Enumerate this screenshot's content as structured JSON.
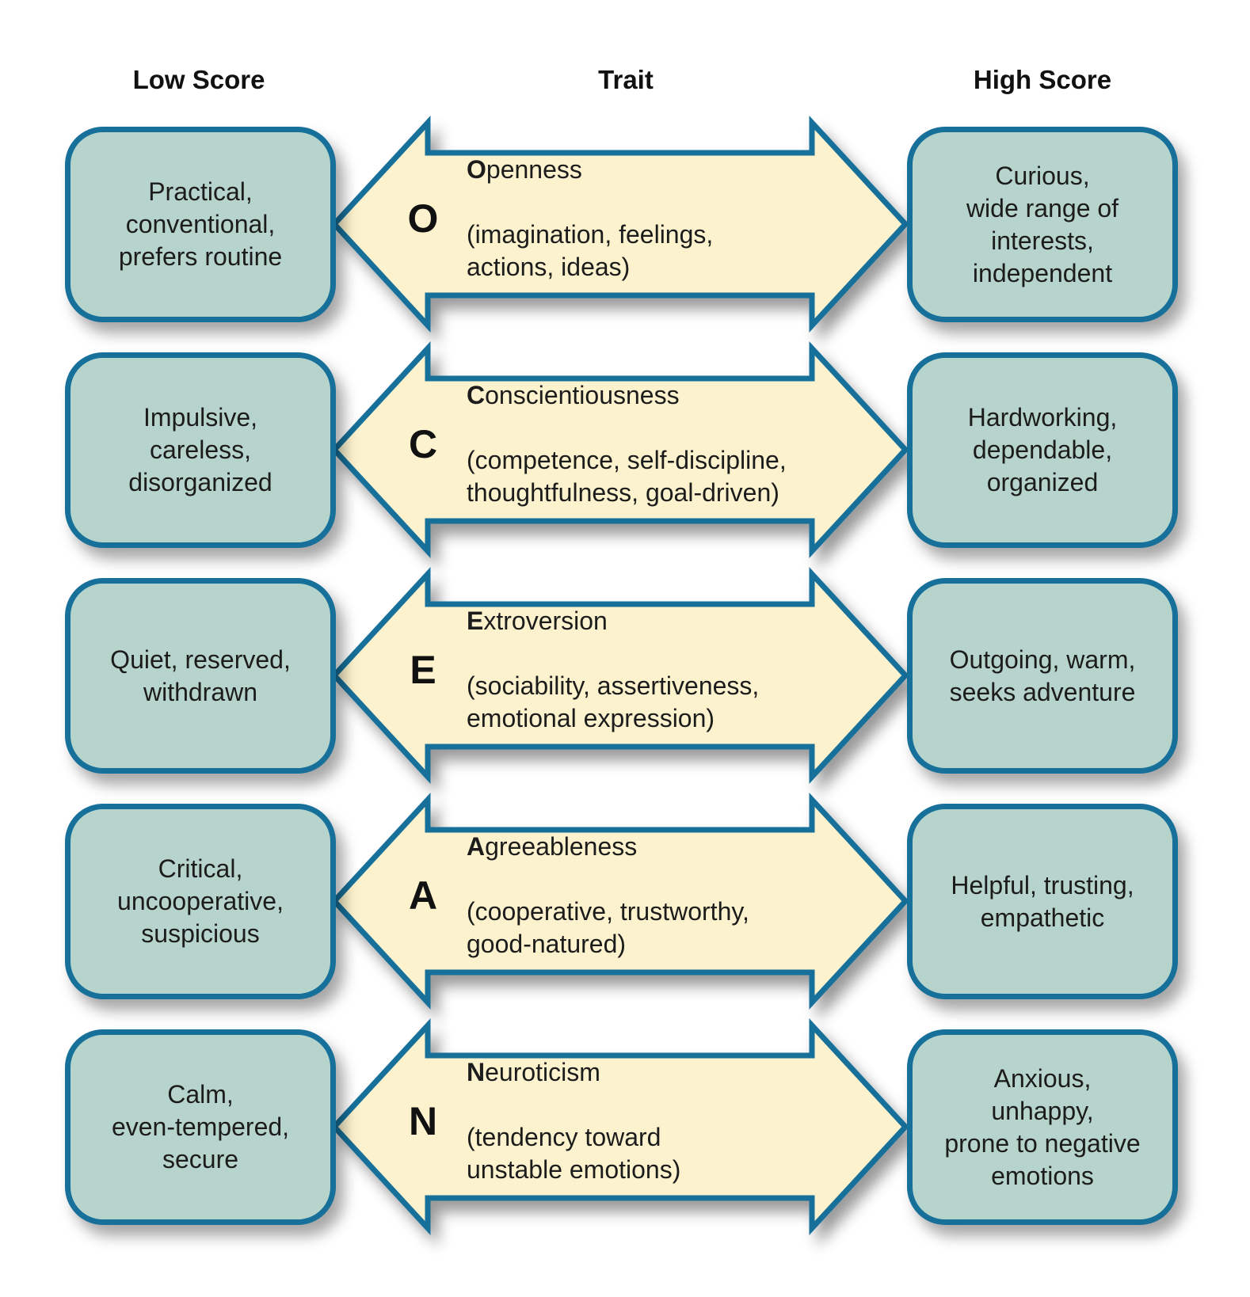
{
  "headers": {
    "low": "Low Score",
    "trait": "Trait",
    "high": "High Score"
  },
  "colors": {
    "box_fill": "#b7d4cc",
    "arrow_fill": "#fcf2cd",
    "outline": "#16709a"
  },
  "rows": [
    {
      "letter": "O",
      "name_initial": "O",
      "name_rest": "penness",
      "facets": "(imagination, feelings,\nactions, ideas)",
      "low": "Practical,\nconventional,\nprefers routine",
      "high": "Curious,\nwide range of\ninterests,\nindependent"
    },
    {
      "letter": "C",
      "name_initial": "C",
      "name_rest": "onscientiousness",
      "facets": "(competence, self-discipline,\nthoughtfulness, goal-driven)",
      "low": "Impulsive,\ncareless,\ndisorganized",
      "high": "Hardworking,\ndependable,\norganized"
    },
    {
      "letter": "E",
      "name_initial": "E",
      "name_rest": "xtroversion",
      "facets": "(sociability, assertiveness,\nemotional expression)",
      "low": "Quiet, reserved,\nwithdrawn",
      "high": "Outgoing, warm,\nseeks adventure"
    },
    {
      "letter": "A",
      "name_initial": "A",
      "name_rest": "greeableness",
      "facets": "(cooperative, trustworthy,\ngood-natured)",
      "low": "Critical,\nuncooperative,\nsuspicious",
      "high": "Helpful, trusting,\nempathetic"
    },
    {
      "letter": "N",
      "name_initial": "N",
      "name_rest": "euroticism",
      "facets": "(tendency toward\nunstable emotions)",
      "low": "Calm,\neven-tempered,\nsecure",
      "high": "Anxious,\nunhappy,\nprone to negative\nemotions"
    }
  ]
}
